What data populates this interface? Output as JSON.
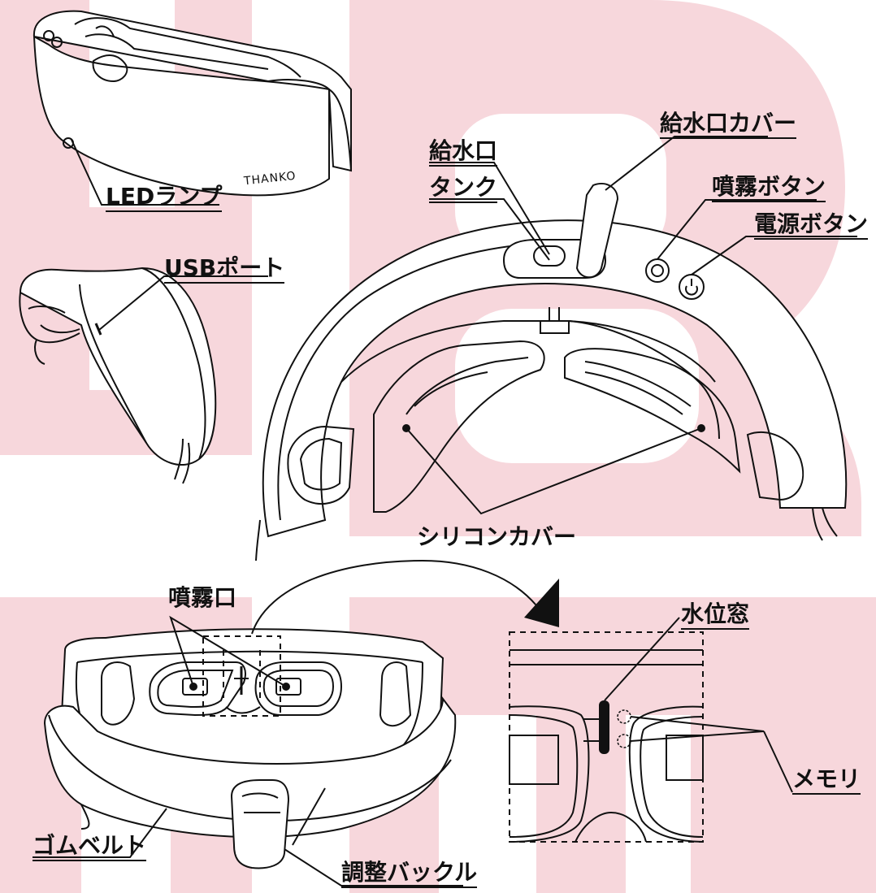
{
  "background": {
    "watermark_color": "#f7d7dc",
    "line_color": "#111111"
  },
  "labels": {
    "led_lamp": "LEDランプ",
    "usb_port": "USBポート",
    "water_inlet": "給水口",
    "tank": "タンク",
    "water_inlet_cover": "給水口カバー",
    "spray_button": "噴霧ボタン",
    "power_button": "電源ボタン",
    "silicone_cover": "シリコンカバー",
    "spray_outlet": "噴霧口",
    "water_level_window": "水位窓",
    "scale": "メモリ",
    "rubber_belt": "ゴムベルト",
    "adjust_buckle": "調整バックル"
  },
  "device_brand": "THANKO"
}
